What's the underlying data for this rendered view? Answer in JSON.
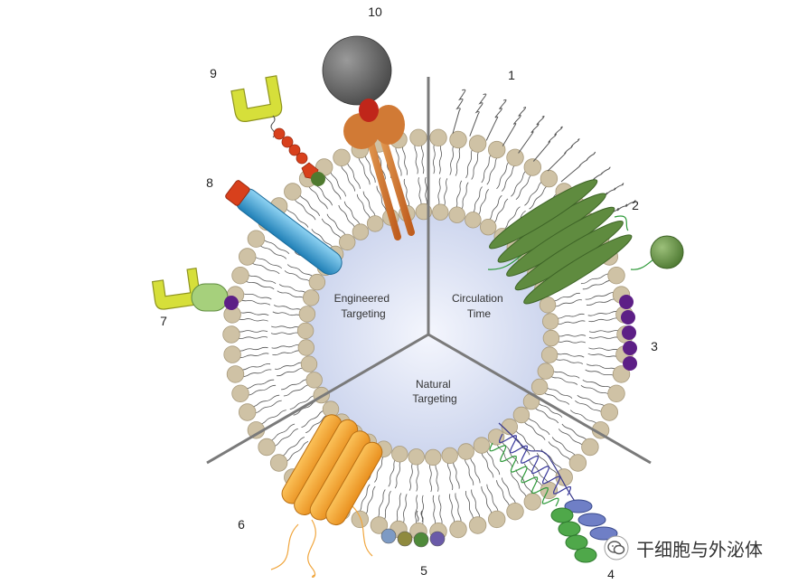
{
  "sectors": {
    "engineered": [
      "Engineered",
      "Targeting"
    ],
    "circulation": [
      "Circulation",
      "Time"
    ],
    "natural": [
      "Natural",
      "Targeting"
    ]
  },
  "labels": [
    "1",
    "2",
    "3",
    "4",
    "5",
    "6",
    "7",
    "8",
    "9",
    "10"
  ],
  "watermark": {
    "text": "干细胞与外泌体",
    "icon": "wechat-icon"
  },
  "colors": {
    "head": "#cfc2a5",
    "head_stroke": "#a89a7c",
    "core": "#c9d2ec",
    "tail": "#555555",
    "divider": "#7a7a7a",
    "green": "#5f8b3f",
    "purple": "#5d1f86",
    "orange": "#f2a640",
    "cyan": "#34a0d6",
    "yellow": "#d6df3a",
    "red": "#d8401c",
    "gray": "#707070"
  }
}
